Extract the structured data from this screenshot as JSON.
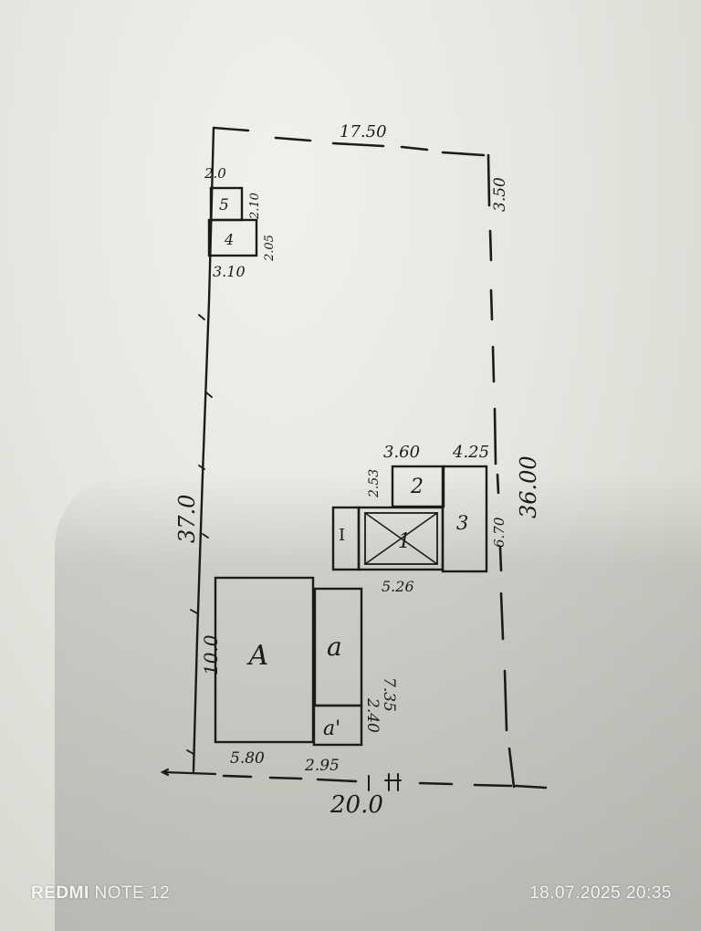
{
  "plot": {
    "top_width": "17.50",
    "right_top_offset": "3.50",
    "left_length": "37.0",
    "right_length": "36.00",
    "bottom_width": "20.0",
    "left_lower_segment": "10.0"
  },
  "outbuildings": {
    "width_top": "2.0",
    "label_5": "5",
    "label_4": "4",
    "height_5": "2.10",
    "height_4": "2.05",
    "width_bottom": "3.10"
  },
  "courtyard": {
    "top_left_width": "3.60",
    "top_right_width": "4.25",
    "height_2": "2.53",
    "label_2": "2",
    "label_3": "3",
    "label_1": "1",
    "label_I": "I",
    "height_3": "6.70",
    "width_1": "5.26"
  },
  "house": {
    "label_A": "А",
    "label_a": "а",
    "label_a1": "а'",
    "width_A": "5.80",
    "width_a": "2.95",
    "height_a": "7.35",
    "height_a1": "2.40"
  },
  "photo": {
    "brand_bold": "REDMI",
    "brand_model": " NOTE 12",
    "datetime": "18.07.2025 20:35"
  }
}
